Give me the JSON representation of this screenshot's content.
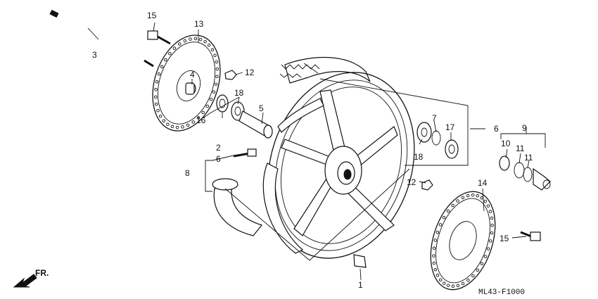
{
  "labels": {
    "p1": "1",
    "p2": "2",
    "p3": "3",
    "p4": "4",
    "p5": "5",
    "p6a": "6",
    "p6b": "6",
    "p7": "7",
    "p8": "8",
    "p9": "9",
    "p10": "10",
    "p11a": "11",
    "p11b": "11",
    "p12a": "12",
    "p12b": "12",
    "p13": "13",
    "p14": "14",
    "p15a": "15",
    "p15b": "15",
    "p16": "16",
    "p17": "17",
    "p18a": "18",
    "p18b": "18"
  },
  "direction": "FR.",
  "diagram_code": "ML43-F1000"
}
